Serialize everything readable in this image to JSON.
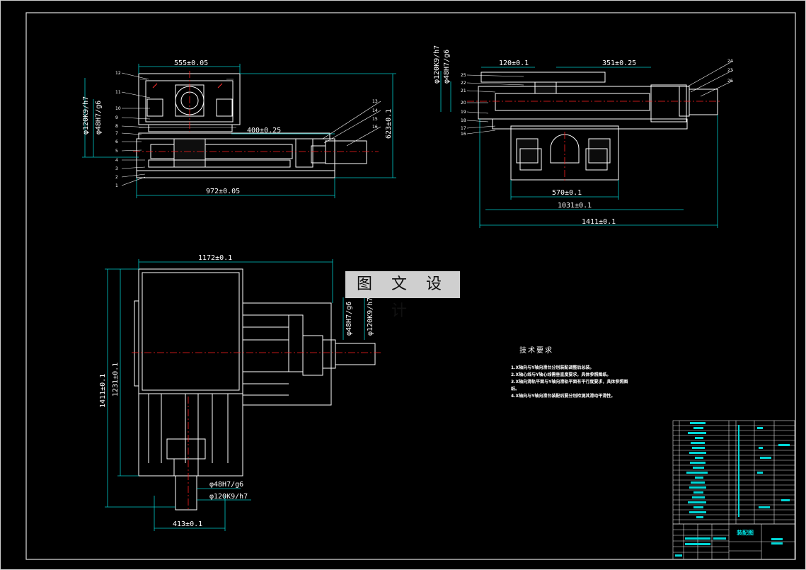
{
  "watermark": "图 文 设 计",
  "front_view": {
    "dims": [
      "555±0.05",
      "400±0.25",
      "972±0.05",
      "623±0.1"
    ],
    "fits": [
      "φ120K9/h7",
      "φ48H7/g6"
    ],
    "callouts": [
      "12",
      "11",
      "10",
      "9",
      "8",
      "7",
      "6",
      "5",
      "4",
      "3",
      "2",
      "1",
      "13",
      "14",
      "15",
      "16"
    ]
  },
  "side_view": {
    "dims": [
      "120±0.1",
      "351±0.25",
      "570±0.1",
      "1031±0.1",
      "1411±0.1"
    ],
    "fits": [
      "φ120K9/h7",
      "φ48H7/g6"
    ],
    "callouts": [
      "25",
      "22",
      "21",
      "20",
      "19",
      "18",
      "17",
      "16",
      "24",
      "23",
      "26"
    ]
  },
  "top_view": {
    "dims": [
      "1172±0.1",
      "1411±0.1",
      "1231±0.1",
      "413±0.1"
    ],
    "fits": [
      "φ48H7/g6",
      "φ120K9/h7",
      "φ48H7/g6",
      "φ120K9/h7"
    ]
  },
  "notes": {
    "title": "技术要求",
    "items": [
      "1.X轴向与Y轴向滑台分别装配调整后总装。",
      "2.X轴心线与Y轴心线需垂直度要求，具体参照图纸。",
      "3.X轴向滑轨平面与Y轴向滑轨平面有平行度要求，具体参照图纸。",
      "4.X轴向与Y轴向滑台装配后要分别检测其滑动平滑性。"
    ]
  },
  "title_block": {
    "name": "装配图"
  },
  "colors": {
    "background": "#000000",
    "line": "#ffffff",
    "dim": "#00c8c8",
    "center": "#ff2020",
    "table": "#00e0e0"
  }
}
